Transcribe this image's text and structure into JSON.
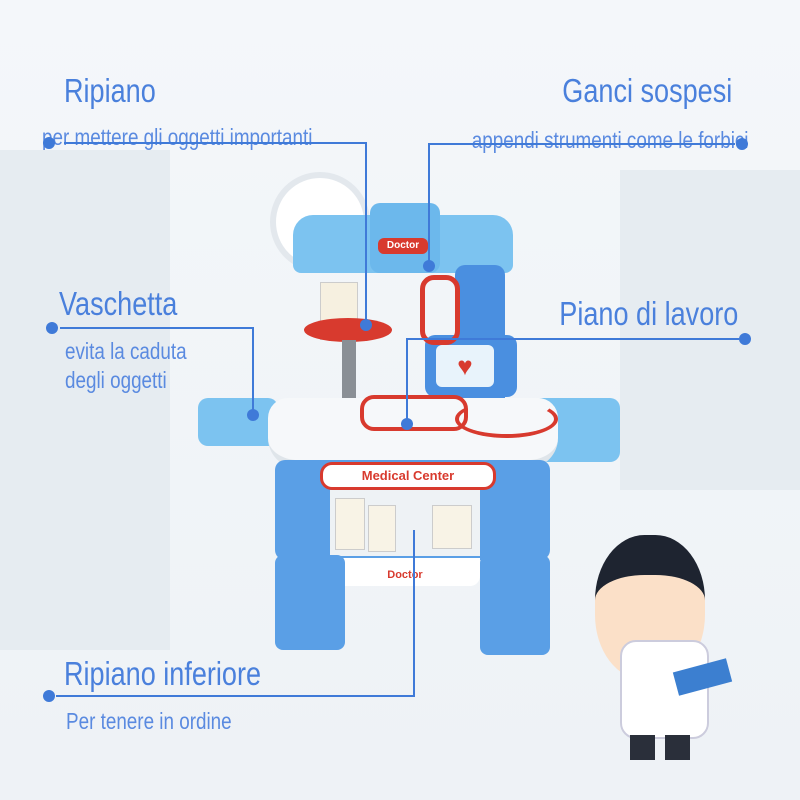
{
  "callouts": {
    "ripiano": {
      "title": "Ripiano",
      "subtitle": "per mettere gli oggetti importanti"
    },
    "ganci": {
      "title": "Ganci sospesi",
      "subtitle": "appendi strumenti come le forbici"
    },
    "vaschetta": {
      "title": "Vaschetta",
      "subtitle_line1": "evita la caduta",
      "subtitle_line2": "degli oggetti"
    },
    "piano": {
      "title": "Piano di lavoro"
    },
    "inferiore": {
      "title": "Ripiano inferiore",
      "subtitle": "Per tenere in ordine"
    }
  },
  "toy": {
    "top_badge": "Doctor",
    "front_label": "Medical Center",
    "base_logo": "Doctor"
  },
  "colors": {
    "accent": "#3f7ad8",
    "toy_blue": "#5aaee8",
    "toy_red": "#d83a2e"
  }
}
